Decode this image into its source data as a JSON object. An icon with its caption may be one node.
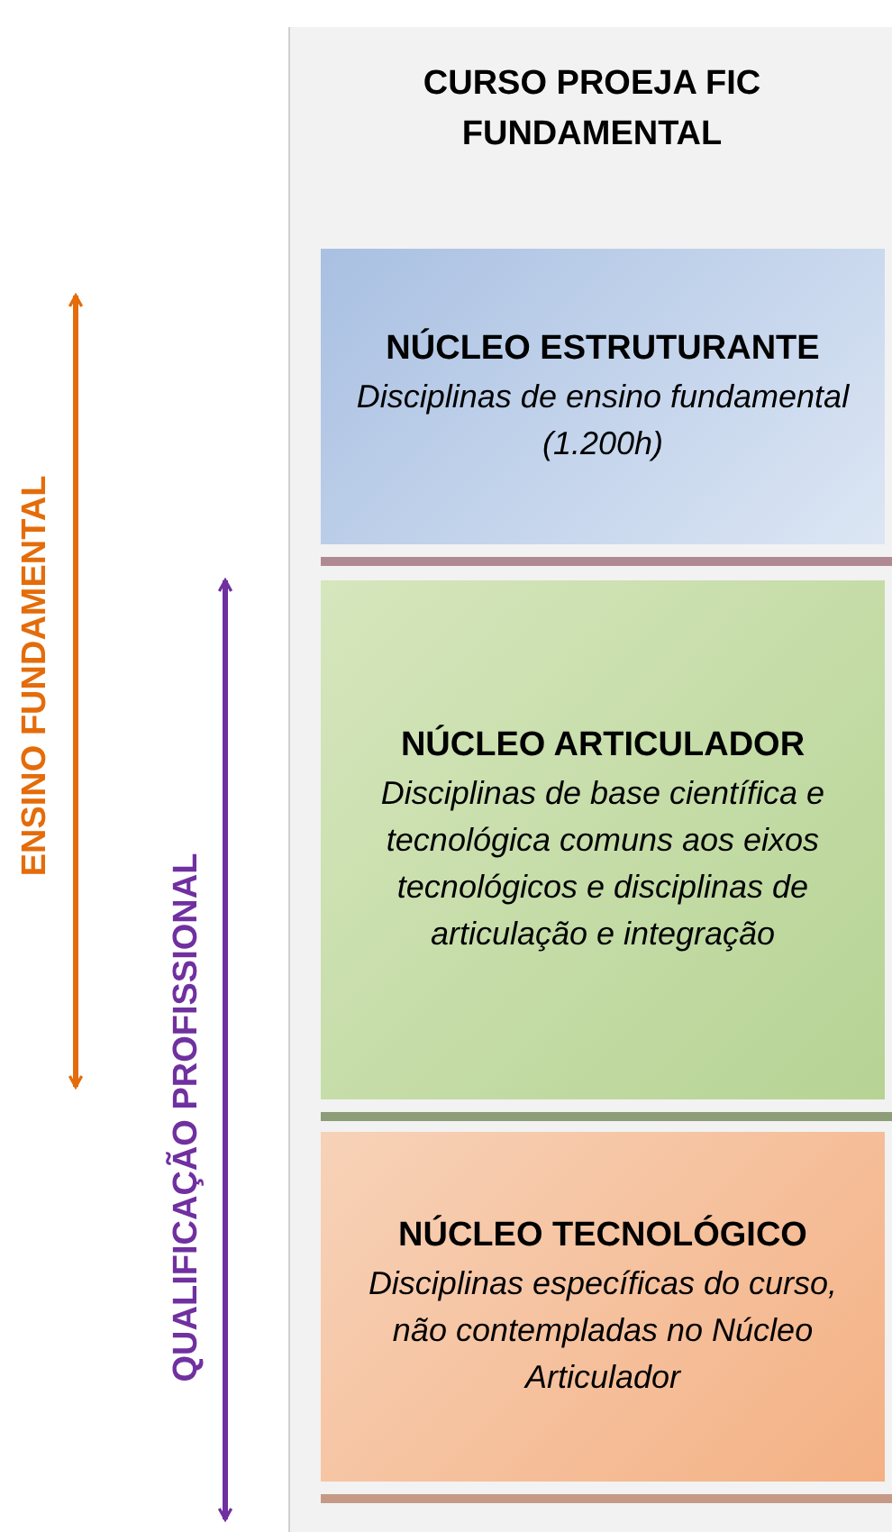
{
  "diagram": {
    "nodes": [
      {
        "text": [
          "CURSO PROEJA FIC FUNDAMENTAL"
        ]
      },
      {
        "text": [
          "NÚCLEO ESTRUTURANTE",
          "Disciplinas de ensino fundamental (1.200h)"
        ],
        "in": 0
      },
      {
        "text": [
          "NÚCLEO ARTICULADOR",
          "Disciplinas de base científica e tecnológica comuns aos eixos tecnológicos e disciplinas de articulação e integração"
        ],
        "in": 0
      },
      {
        "text": [
          "NÚCLEO TECNOLÓGICO",
          "Disciplinas específicas do curso, não contempladas no Núcleo Articulador"
        ],
        "in": 0
      }
    ],
    "edges": [],
    "labels": [
      "ENSINO FUNDAMENTAL",
      "QUALIFICAÇÃO PROFISSIONAL"
    ]
  }
}
